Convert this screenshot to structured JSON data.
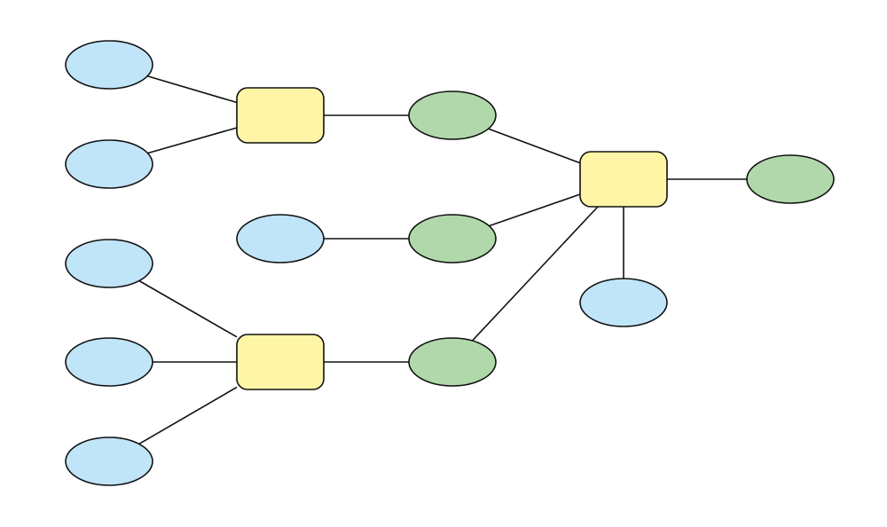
{
  "diagram": {
    "colors": {
      "background": "#ffffff",
      "edge": "#111111",
      "rect_fill": "#fff5a6",
      "blue_fill": "#c0e4f8",
      "green_fill": "#b1d8ab",
      "stroke": "#111111"
    },
    "node_kinds": {
      "rect": "rounded-rectangle",
      "blue": "ellipse",
      "green": "ellipse"
    },
    "nodes": [
      {
        "id": "b1",
        "kind": "blue",
        "label": ""
      },
      {
        "id": "b2",
        "kind": "blue",
        "label": ""
      },
      {
        "id": "b3",
        "kind": "blue",
        "label": ""
      },
      {
        "id": "b4",
        "kind": "blue",
        "label": ""
      },
      {
        "id": "b5",
        "kind": "blue",
        "label": ""
      },
      {
        "id": "b6",
        "kind": "blue",
        "label": ""
      },
      {
        "id": "b7",
        "kind": "blue",
        "label": ""
      },
      {
        "id": "r1",
        "kind": "rect",
        "label": ""
      },
      {
        "id": "r2",
        "kind": "rect",
        "label": ""
      },
      {
        "id": "r3",
        "kind": "rect",
        "label": ""
      },
      {
        "id": "g1",
        "kind": "green",
        "label": ""
      },
      {
        "id": "g2",
        "kind": "green",
        "label": ""
      },
      {
        "id": "g3",
        "kind": "green",
        "label": ""
      },
      {
        "id": "g4",
        "kind": "green",
        "label": ""
      }
    ],
    "edges": [
      {
        "from": "b1",
        "to": "r1"
      },
      {
        "from": "b2",
        "to": "r1"
      },
      {
        "from": "r1",
        "to": "g1"
      },
      {
        "from": "b3",
        "to": "g2"
      },
      {
        "from": "b4",
        "to": "r2"
      },
      {
        "from": "b5",
        "to": "r2"
      },
      {
        "from": "b6",
        "to": "r2"
      },
      {
        "from": "r2",
        "to": "g3"
      },
      {
        "from": "g1",
        "to": "r3"
      },
      {
        "from": "g2",
        "to": "r3"
      },
      {
        "from": "g3",
        "to": "r3"
      },
      {
        "from": "r3",
        "to": "g4"
      },
      {
        "from": "r3",
        "to": "b7"
      }
    ]
  }
}
